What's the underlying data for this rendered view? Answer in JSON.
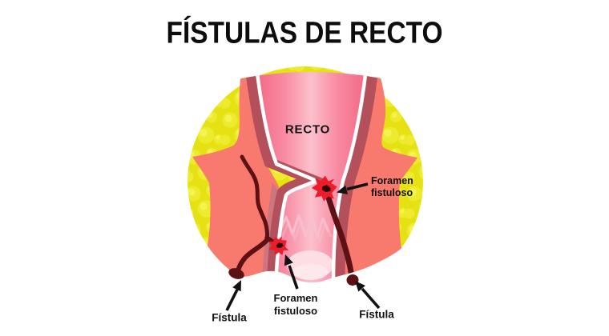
{
  "title": "FÍSTULAS DE RECTO",
  "illustration": {
    "organ_label": "RECTO",
    "callouts": {
      "foramen_right": "Foramen fistuloso",
      "foramen_bottom": "Foramen fistuloso",
      "fistula_left": "Fístula",
      "fistula_right": "Fístula"
    },
    "colors": {
      "background": "#ffffff",
      "text": "#101010",
      "fat_yellow": "#e5e112",
      "fat_bubble": "#eeeb2e",
      "fat_bubble_highlight": "#f5f351",
      "muscle_salmon": "#f8796d",
      "wall_rose": "#b3505c",
      "wall_mauve": "#cf7580",
      "lumen_edge_pink": "#f2647f",
      "lumen_center_pink": "#fbc0cb",
      "pectinate_line_pink": "#f9bfce",
      "fistula_tract": "#5e1114",
      "foramen_red": "#ec1c2b",
      "foramen_core": "#2e0507",
      "arrow_black": "#121212"
    }
  }
}
